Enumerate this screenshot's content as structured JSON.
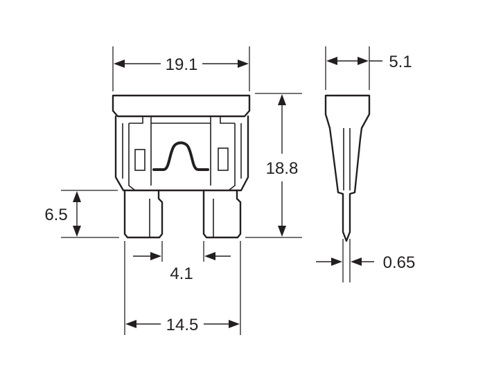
{
  "colors": {
    "line": "#231f20",
    "background": "#ffffff"
  },
  "dimensions": {
    "width_top": "19.1",
    "height_total": "18.8",
    "blade_length": "6.5",
    "blade_gap": "4.1",
    "width_blades": "14.5",
    "side_width": "5.1",
    "blade_thickness": "0.65"
  }
}
